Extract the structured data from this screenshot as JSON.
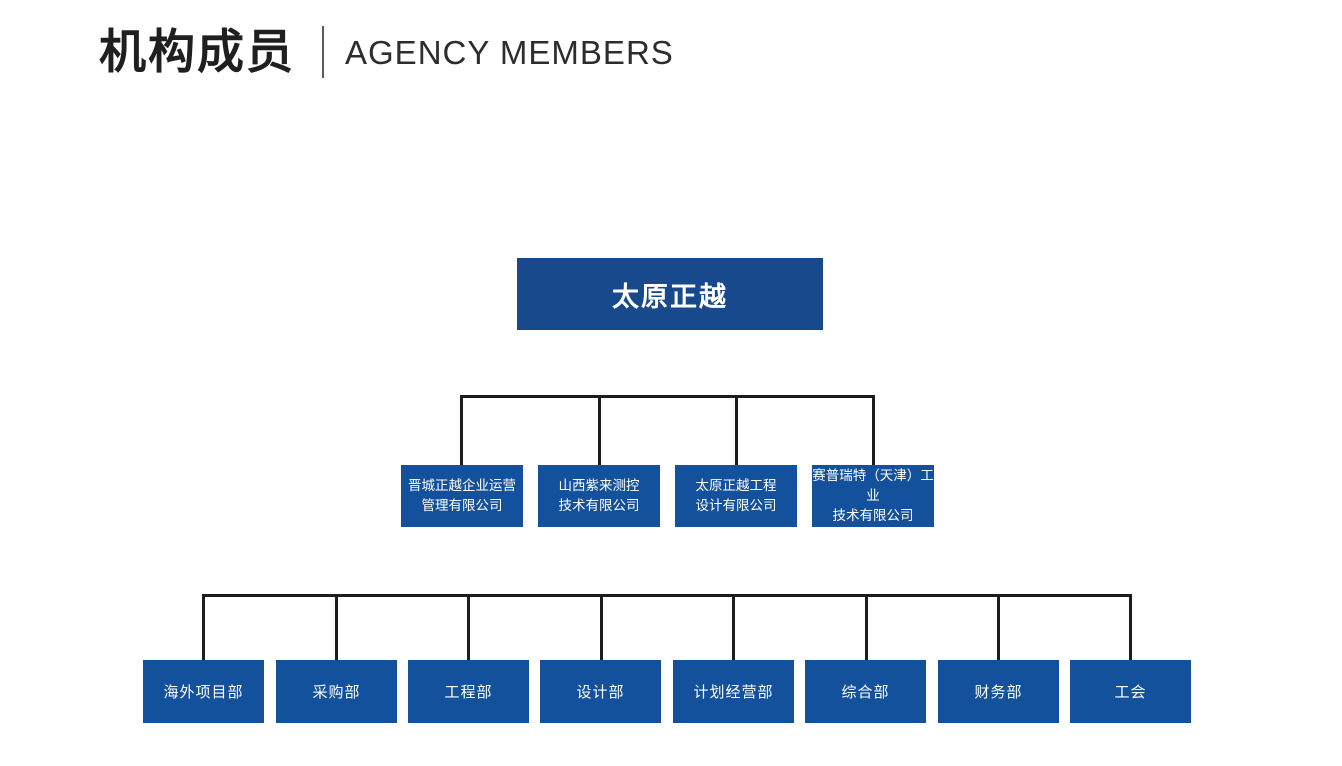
{
  "header": {
    "title_zh": "机构成员",
    "title_en": "AGENCY MEMBERS"
  },
  "org_chart": {
    "root": {
      "label": "太原正越"
    },
    "companies": [
      {
        "line1": "晋城正越企业运营",
        "line2": "管理有限公司"
      },
      {
        "line1": "山西紫来测控",
        "line2": "技术有限公司"
      },
      {
        "line1": "太原正越工程",
        "line2": "设计有限公司"
      },
      {
        "line1": "赛普瑞特（天津）工业",
        "line2": "技术有限公司"
      }
    ],
    "departments": [
      {
        "label": "海外项目部"
      },
      {
        "label": "采购部"
      },
      {
        "label": "工程部"
      },
      {
        "label": "设计部"
      },
      {
        "label": "计划经营部"
      },
      {
        "label": "综合部"
      },
      {
        "label": "财务部"
      },
      {
        "label": "工会"
      }
    ],
    "colors": {
      "root_box": "#17498C",
      "node_box": "#14519C",
      "connector": "#1D1D1D"
    }
  }
}
